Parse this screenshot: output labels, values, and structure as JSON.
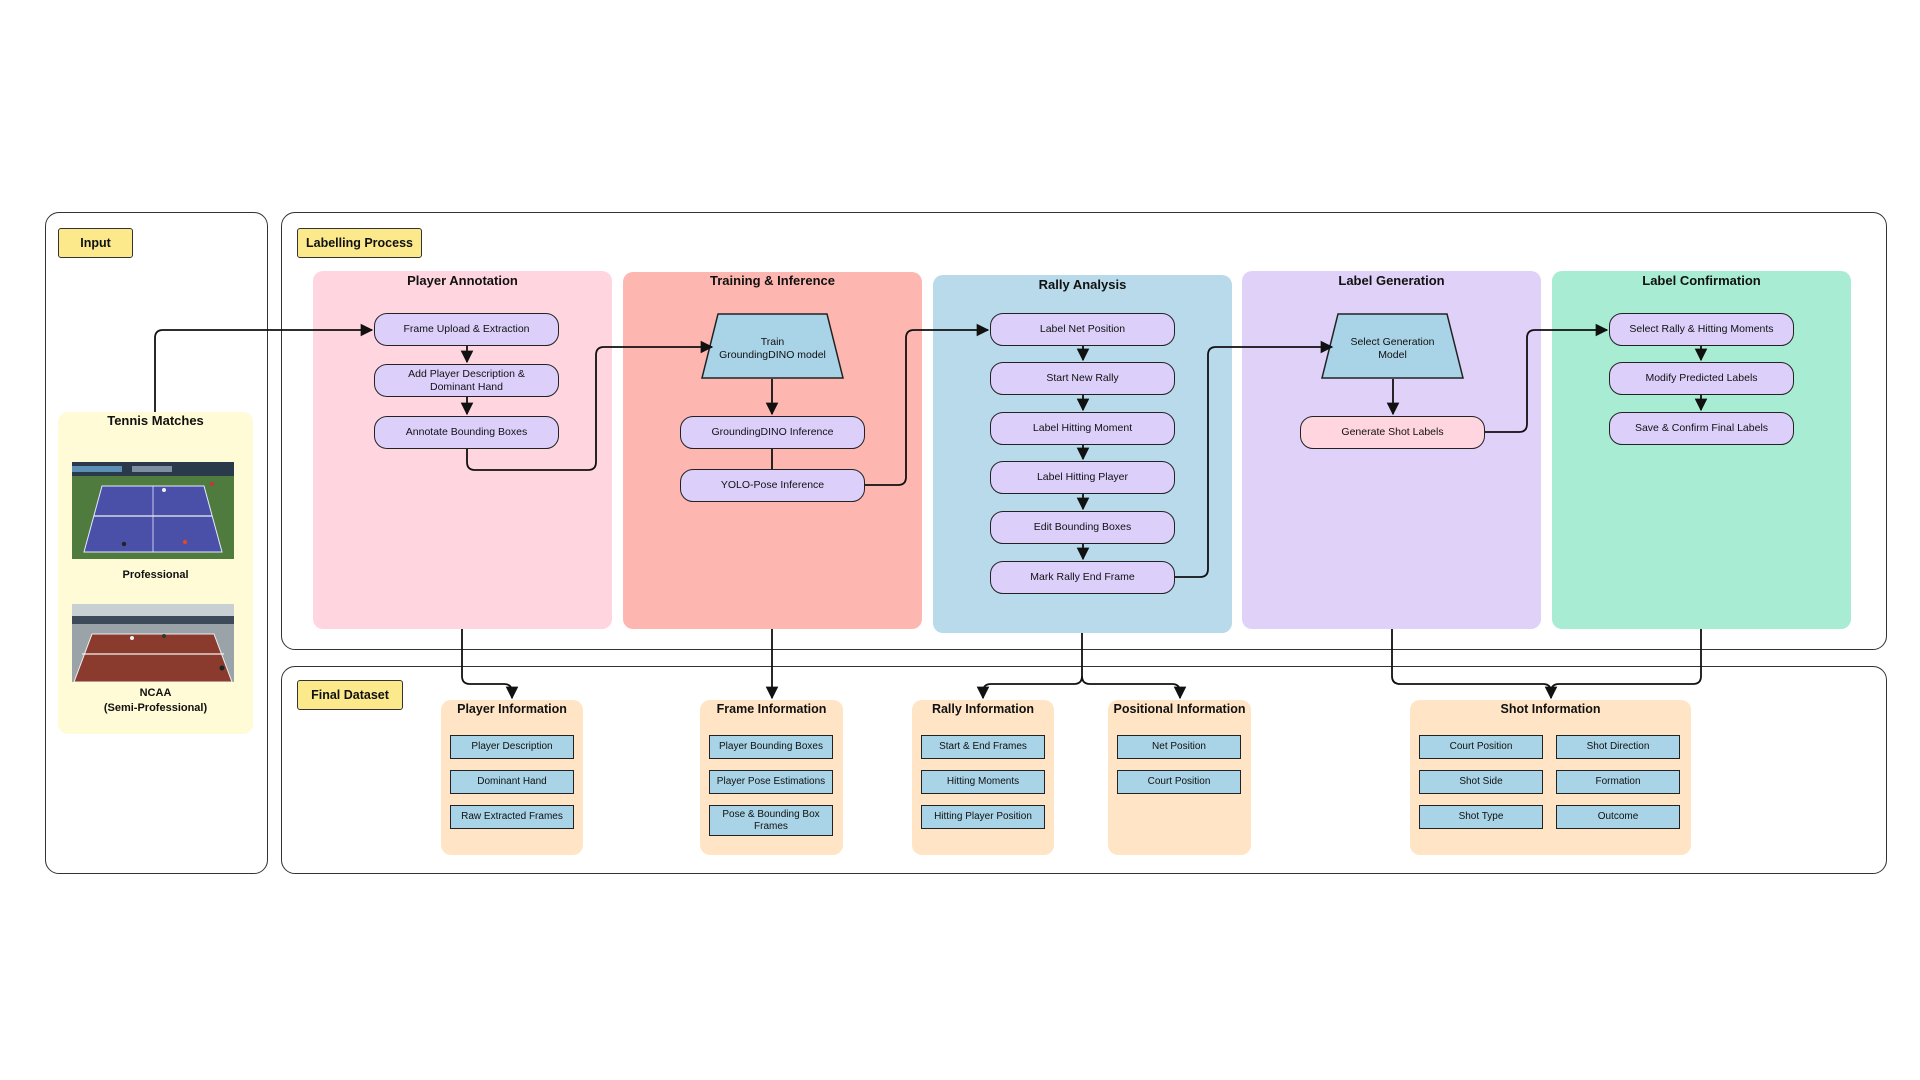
{
  "sections": {
    "input": "Input",
    "labelling": "Labelling Process",
    "final": "Final Dataset"
  },
  "input": {
    "title": "Tennis Matches",
    "images": [
      {
        "caption": "Professional"
      },
      {
        "caption": "NCAA\n(Semi-Professional)"
      }
    ]
  },
  "columns": {
    "player_annotation": {
      "title": "Player Annotation",
      "steps": [
        "Frame Upload & Extraction",
        "Add Player Description &\nDominant Hand",
        "Annotate Bounding Boxes"
      ]
    },
    "training": {
      "title": "Training & Inference",
      "model": "Train\nGroundingDINO model",
      "steps": [
        "GroundingDINO Inference",
        "YOLO-Pose Inference"
      ]
    },
    "rally": {
      "title": "Rally Analysis",
      "steps": [
        "Label Net Position",
        "Start New Rally",
        "Label Hitting Moment",
        "Label Hitting Player",
        "Edit Bounding Boxes",
        "Mark Rally End Frame"
      ]
    },
    "label_generation": {
      "title": "Label Generation",
      "model": "Select Generation\nModel",
      "steps": [
        "Generate Shot Labels"
      ]
    },
    "confirmation": {
      "title": "Label Confirmation",
      "steps": [
        "Select Rally & Hitting Moments",
        "Modify Predicted Labels",
        "Save & Confirm Final Labels"
      ]
    }
  },
  "dataset": {
    "player": {
      "title": "Player Information",
      "fields": [
        "Player Description",
        "Dominant Hand",
        "Raw Extracted Frames"
      ]
    },
    "frame": {
      "title": "Frame Information",
      "fields": [
        "Player Bounding Boxes",
        "Player Pose Estimations",
        "Pose & Bounding Box\nFrames"
      ]
    },
    "rally": {
      "title": "Rally Information",
      "fields": [
        "Start & End Frames",
        "Hitting Moments",
        "Hitting Player Position"
      ]
    },
    "positional": {
      "title": "Positional Information",
      "fields": [
        "Net Position",
        "Court Position"
      ]
    },
    "shot": {
      "title": "Shot Information",
      "fields": [
        "Court Position",
        "Shot Direction",
        "Shot Side",
        "Formation",
        "Shot Type",
        "Outcome"
      ]
    }
  },
  "colors": {
    "player_annotation": "#ffd5df",
    "training": "#fdb7b0",
    "rally": "#b8daea",
    "label_generation": "#e0d1f8",
    "confirmation": "#a8ecd3",
    "input_panel": "#fffbd6",
    "tag": "#fbe98c",
    "node_purple": "#dcd0fb",
    "node_blue": "#a9d3e6",
    "dataset_box": "#ffe5c6"
  }
}
